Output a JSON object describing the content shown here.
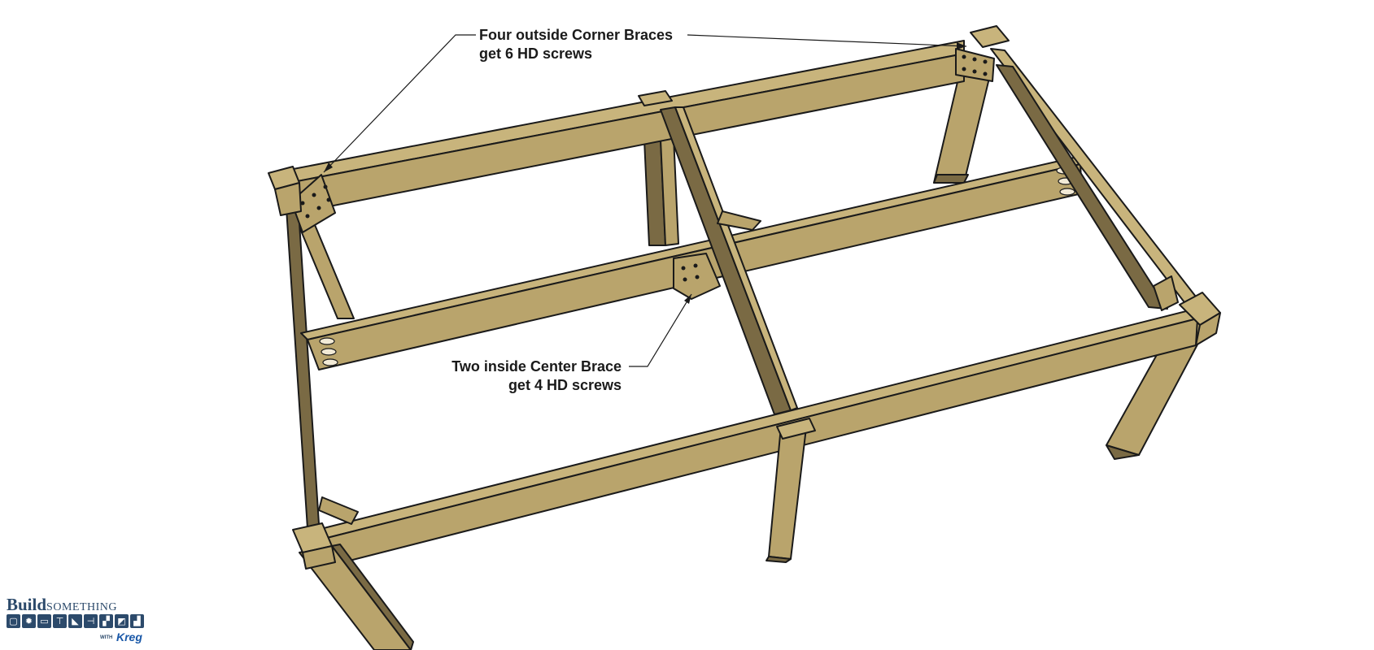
{
  "callouts": {
    "corner": {
      "line1": "Four outside Corner Braces",
      "line2": "get 6 HD screws"
    },
    "center": {
      "line1": "Two inside Center Brace",
      "line2": "get 4 HD screws"
    }
  },
  "logo": {
    "build": "Build",
    "something": "SOMETHING",
    "with": "WITH",
    "kreg": "Kreg"
  },
  "colors": {
    "wood_top": "#c8b47c",
    "wood_face": "#b9a46c",
    "wood_shade": "#7a6a44",
    "outline": "#1a1a1a",
    "logo": "#2c4a6b"
  }
}
